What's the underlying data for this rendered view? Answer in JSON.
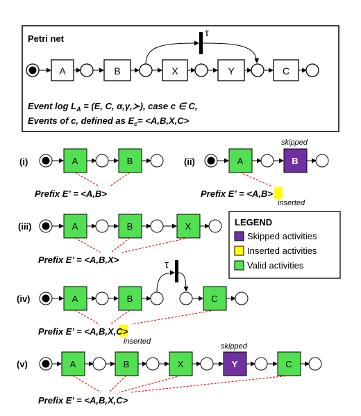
{
  "colors": {
    "valid": "#52e052",
    "skipped": "#7030a0",
    "inserted": "#ffff00",
    "link": "#e02020",
    "stroke": "#000000"
  },
  "petri": {
    "title": "Petri net",
    "transitions": [
      "A",
      "B",
      "X",
      "Y",
      "C"
    ],
    "tau": "τ",
    "log_line1": "Event log L",
    "log_sub": "A",
    "log_line1_rest": " = (E, C, α,γ,≻), case c ∈ C,",
    "log_line2": "Events of c, defined as E",
    "log_sub2": "c",
    "log_line2_rest": "= <A,B,X,C>"
  },
  "cases": [
    {
      "label": "(i)",
      "nodes": [
        "A",
        "B"
      ],
      "prefix": "Prefix E’ = <A,B>"
    },
    {
      "label": "(ii)",
      "nodes": [
        "A",
        "B"
      ],
      "skipped_tag": "skipped",
      "prefix": "Prefix E’ = <A,B>",
      "inserted_tag": "inserted"
    },
    {
      "label": "(iii)",
      "nodes": [
        "A",
        "B",
        "X"
      ],
      "prefix": "Prefix E’ = <A,B,X>"
    },
    {
      "label": "(iv)",
      "nodes": [
        "A",
        "B",
        "C"
      ],
      "tau": "τ",
      "prefix": "Prefix E’ = <A,B,X,C>",
      "inserted_tag": "inserted"
    },
    {
      "label": "(v)",
      "nodes": [
        "A",
        "B",
        "X",
        "Y",
        "C"
      ],
      "skipped_tag": "skipped",
      "prefix": "Prefix E’ = <A,B,X,C>"
    }
  ],
  "legend": {
    "title": "LEGEND",
    "items": [
      {
        "label": "Skipped activities",
        "color": "#7030a0"
      },
      {
        "label": "Inserted activities",
        "color": "#ffff00"
      },
      {
        "label": "Valid activities",
        "color": "#52e052"
      }
    ]
  }
}
